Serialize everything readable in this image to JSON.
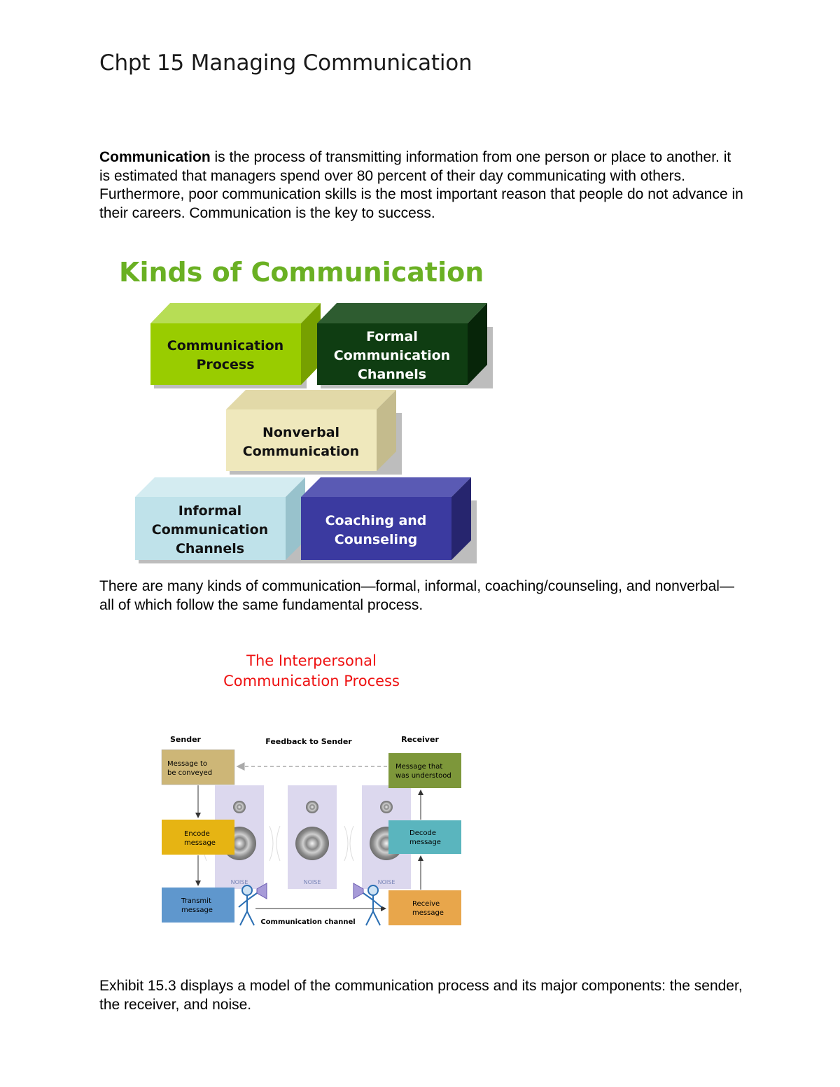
{
  "page": {
    "title": "Chpt 15 Managing Communication",
    "intro": {
      "term": "Communication",
      "text": " is the process of transmitting information from one person or place to another. it is estimated that managers spend over 80 percent of their day communicating with others.  Furthermore, poor communication skills is the most important reason that people do not advance in their careers.  Communication is the key to success."
    },
    "kinds_paragraph": "There are many kinds of communication—formal, informal, coaching/counseling, and nonverbal—all of which follow the same fundamental process.",
    "exhibit_paragraph": "Exhibit 15.3 displays a model of the communication process and its major components: the sender, the receiver, and noise."
  },
  "kinds_figure": {
    "title": "Kinds of Communication",
    "title_color": "#6ab023",
    "boxes": [
      {
        "line1": "Communication",
        "line2": "Process",
        "line3": "",
        "front": "#99cc00",
        "top": "#b7dd55",
        "side": "#77a000",
        "text": "#111111"
      },
      {
        "line1": "Formal",
        "line2": "Communication",
        "line3": "Channels",
        "front": "#0f3d12",
        "top": "#2e5c30",
        "side": "#072509",
        "text": "#ffffff"
      },
      {
        "line1": "Nonverbal",
        "line2": "Communication",
        "line3": "",
        "front": "#efe8bc",
        "top": "#e2d9a8",
        "side": "#c4bb8d",
        "text": "#111111"
      },
      {
        "line1": "Informal",
        "line2": "Communication",
        "line3": "Channels",
        "front": "#bfe2ea",
        "top": "#d4ecf1",
        "side": "#98c2cc",
        "text": "#111111"
      },
      {
        "line1": "Coaching and",
        "line2": "Counseling",
        "line3": "",
        "front": "#3b3aa0",
        "top": "#5a5ab4",
        "side": "#26256e",
        "text": "#ffffff"
      }
    ]
  },
  "process_figure": {
    "title_line1": "The Interpersonal",
    "title_line2": "Communication Process",
    "title_color": "#ee1111",
    "sender_label": "Sender",
    "receiver_label": "Receiver",
    "feedback_label": "Feedback to Sender",
    "channel_label": "Communication channel",
    "noise_label": "NOISE",
    "boxes": {
      "message_to_convey": {
        "line1": "Message to",
        "line2": "be conveyed",
        "color": "#cdb677"
      },
      "encode": {
        "line1": "Encode",
        "line2": "message",
        "color": "#e6b413"
      },
      "transmit": {
        "line1": "Transmit",
        "line2": "message",
        "color": "#5f97cd"
      },
      "understood": {
        "line1": "Message that",
        "line2": "was understood",
        "color": "#7d973a"
      },
      "decode": {
        "line1": "Decode",
        "line2": "message",
        "color": "#5ab5be"
      },
      "receive": {
        "line1": "Receive",
        "line2": "message",
        "color": "#e8a64b"
      }
    }
  }
}
